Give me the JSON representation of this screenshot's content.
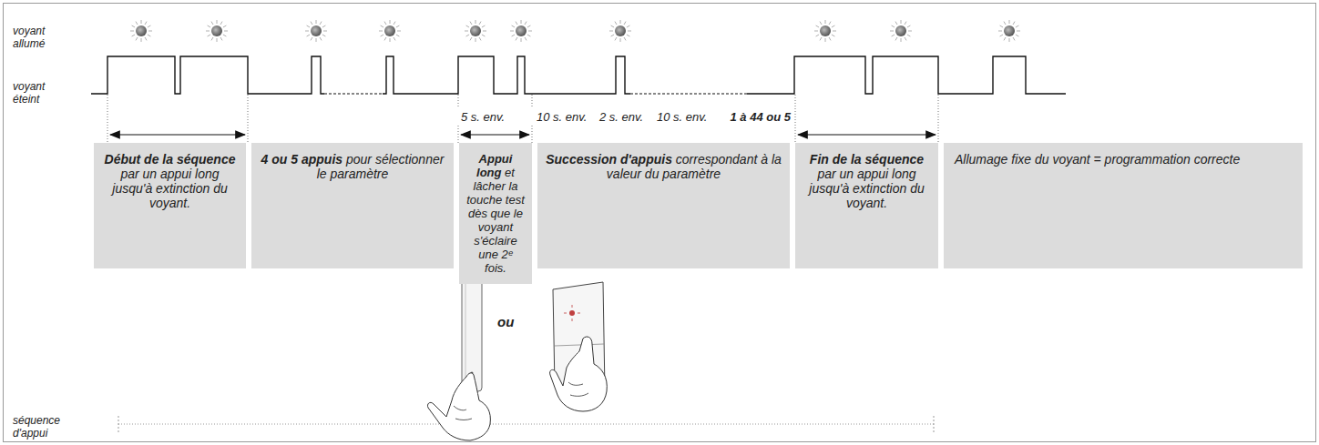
{
  "diagram": {
    "nodes": [
      {
        "text": [
          "Début de la séquence",
          "par un appui long jusqu'à extinction du voyant."
        ]
      },
      {
        "text": [
          "4 ou 5 appuis",
          "pour sélectionner le paramètre"
        ]
      },
      {
        "text": [
          "Appui long",
          "et lâcher la touche test dès que le voyant s'éclaire une 2ᵉ fois."
        ]
      },
      {
        "text": [
          "Succession d'appuis",
          "correspondant à la valeur du paramètre"
        ]
      },
      {
        "text": [
          "Fin de la séquence",
          "par un appui long jusqu'à extinction du voyant."
        ]
      },
      {
        "text": [
          "Allumage fixe du voyant = programmation correcte"
        ]
      }
    ],
    "labels": [
      "voyant allumé",
      "voyant éteint",
      "5 s. env.",
      "10 s. env.",
      "2 s. env.",
      "10 s. env.",
      "1 à 44 ou 5",
      "ou",
      "séquence d'appui"
    ]
  }
}
